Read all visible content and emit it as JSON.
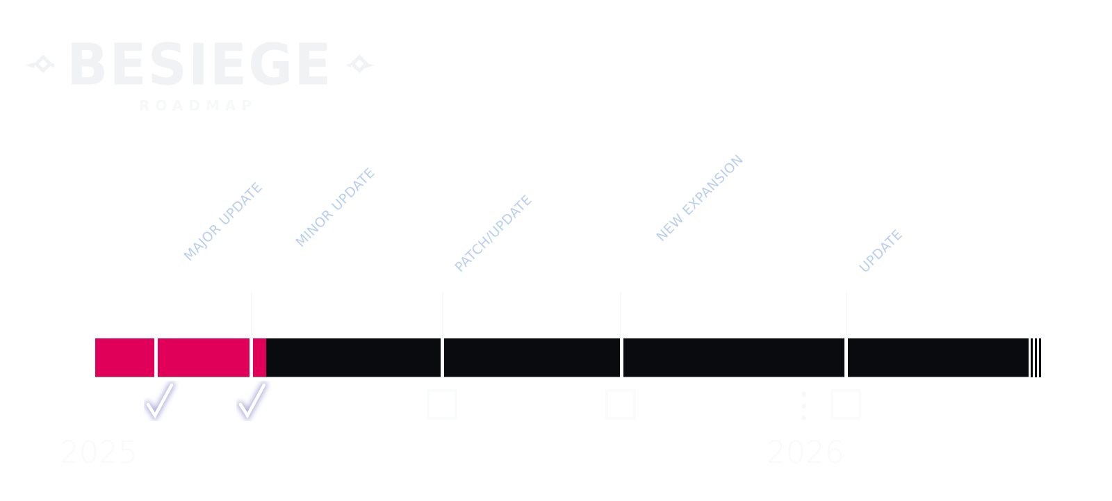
{
  "logo": {
    "title": "BESIEGE",
    "subtitle": "ROADMAP",
    "ornament_icon": "diamond-ornament-icon"
  },
  "colors": {
    "completed": "#e0005a",
    "pending": "#0a0b0f",
    "label": "#b9cfec",
    "check_glow": "#9a98d0"
  },
  "milestones": [
    {
      "label": "MAJOR UPDATE",
      "status": "completed",
      "icon": "checkmark-icon"
    },
    {
      "label": "MINOR UPDATE",
      "status": "completed",
      "icon": "checkmark-icon"
    },
    {
      "label": "PATCH/UPDATE",
      "status": "pending",
      "icon": "empty-box-icon"
    },
    {
      "label": "NEW EXPANSION",
      "status": "pending",
      "icon": "empty-box-icon"
    },
    {
      "label": "UPDATE",
      "status": "pending",
      "icon": "empty-box-icon"
    }
  ],
  "progress": {
    "completed_fraction": 0.18
  },
  "years": [
    {
      "label": "2025"
    },
    {
      "label": "2026"
    }
  ]
}
